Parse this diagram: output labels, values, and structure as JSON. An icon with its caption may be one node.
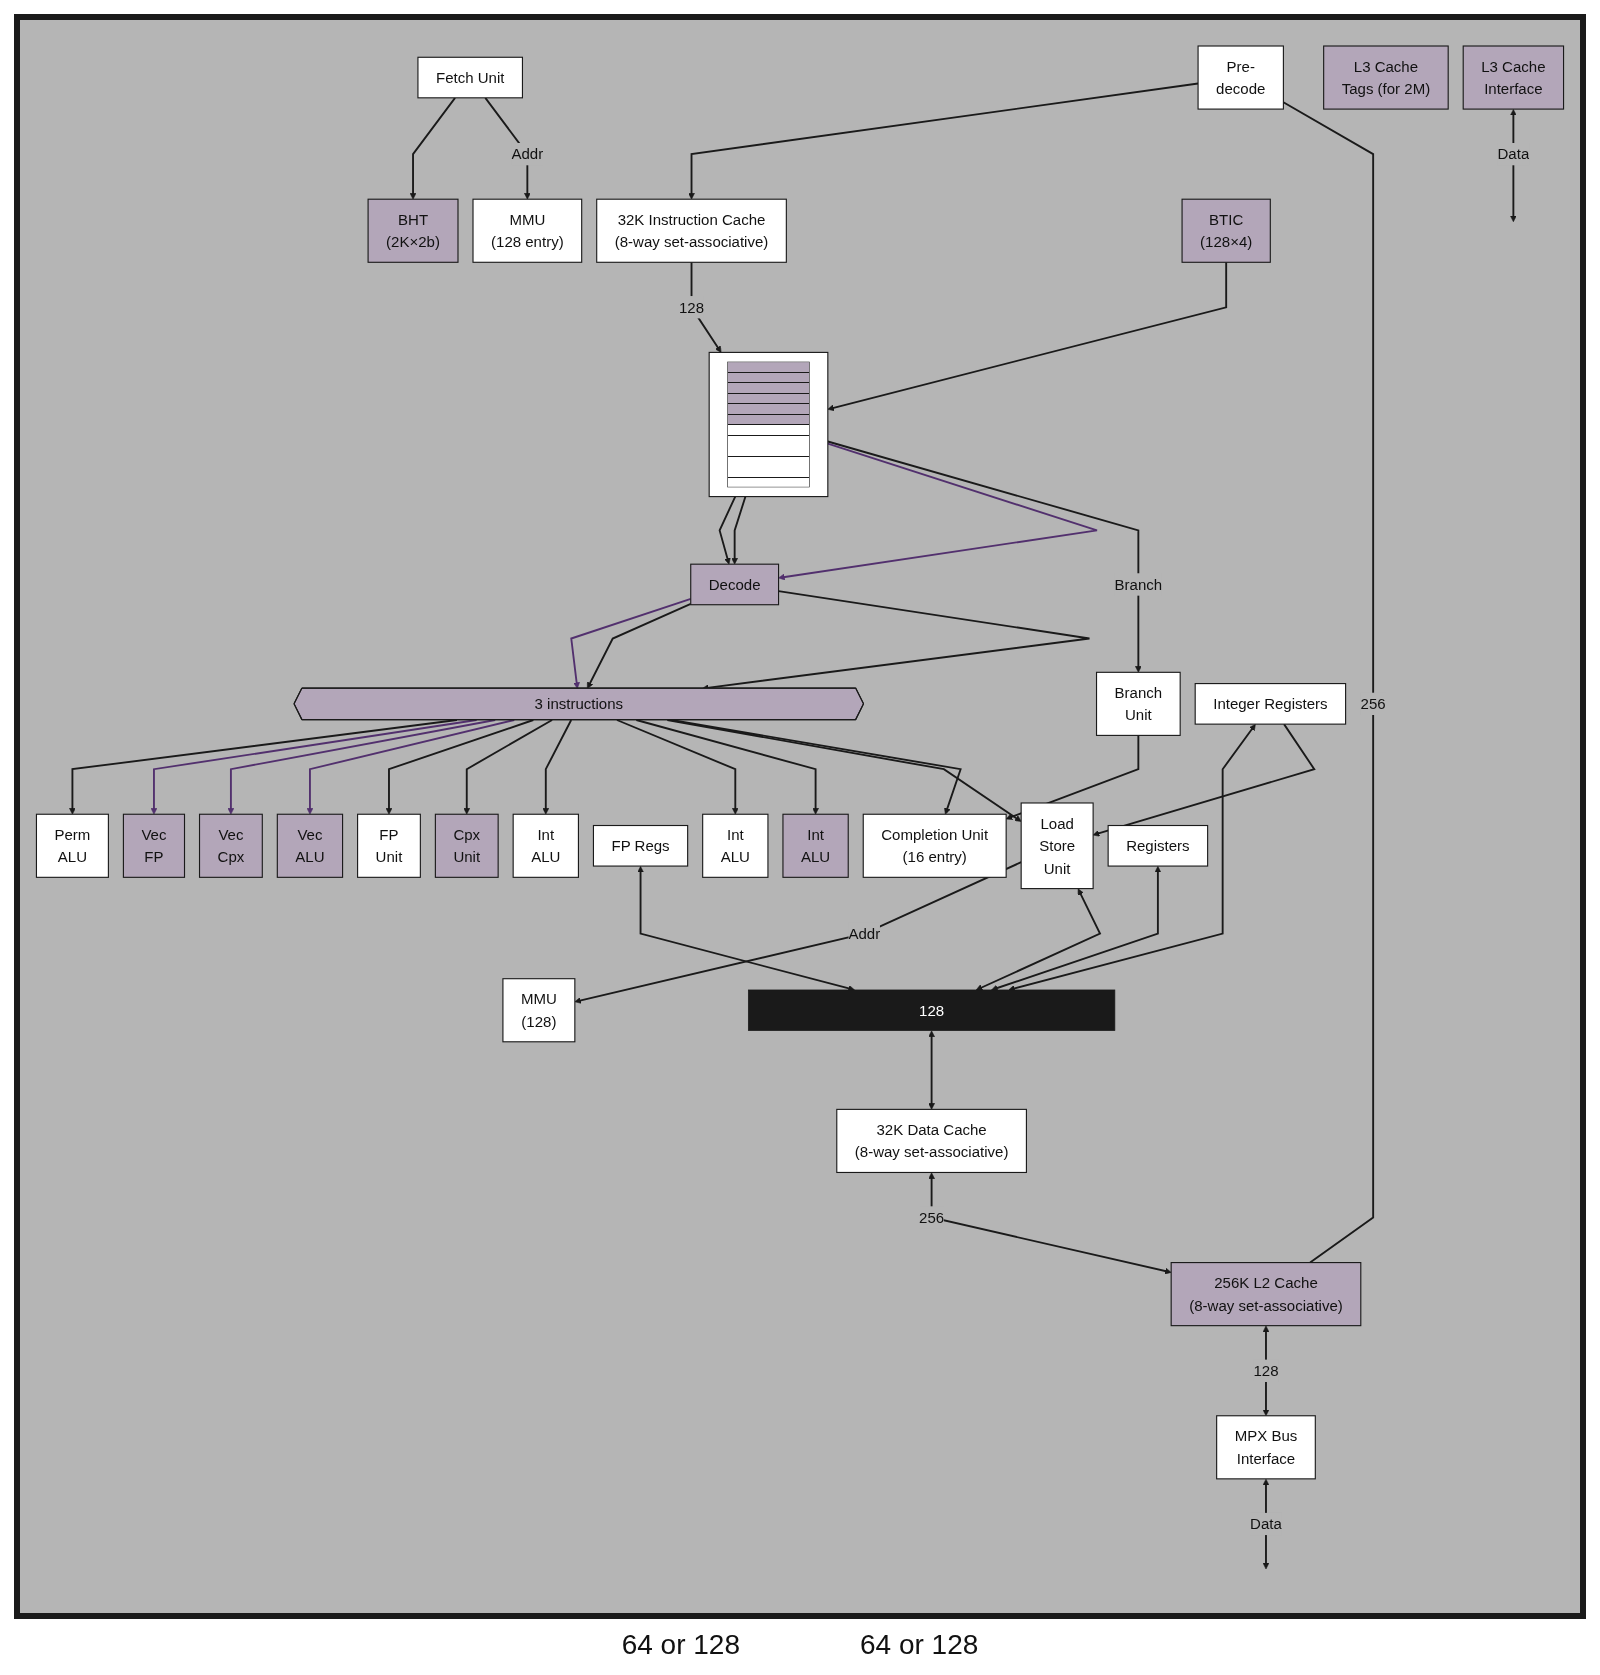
{
  "diagram": {
    "nodes": [
      {
        "text": [
          "Fetch Unit"
        ]
      },
      {
        "text": [
          "Completion Unit (16 entry)"
        ]
      },
      {
        "text": [
          "MMU (128 entry)"
        ]
      },
      {
        "text": [
          "32K Instruction Cache (8-way set-associative)"
        ]
      },
      {
        "text": [
          "BHT (2K×2b)"
        ]
      },
      {
        "text": [
          "BTIC (128×4)"
        ]
      },
      {
        "text": [
          "Pre-decode"
        ]
      },
      {
        "text": [],
        "shape": "box"
      },
      {
        "text": [
          "Branch Unit"
        ]
      },
      {
        "text": [
          "Decode"
        ]
      },
      {
        "text": [
          "3 instructions"
        ]
      },
      {
        "text": [
          "Load Store Unit"
        ]
      },
      {
        "text": [
          "Int ALU"
        ]
      },
      {
        "text": [
          "Int ALU"
        ]
      },
      {
        "text": [
          "Int ALU"
        ]
      },
      {
        "text": [
          "Cpx Unit"
        ]
      },
      {
        "text": [
          "Integer Registers"
        ]
      },
      {
        "text": [
          "FP Unit"
        ]
      },
      {
        "text": [
          "FP Regs"
        ]
      },
      {
        "text": [
          "Vec ALU"
        ]
      },
      {
        "text": [
          "Vec Cpx"
        ]
      },
      {
        "text": [
          "Vec FP"
        ]
      },
      {
        "text": [
          "Perm ALU"
        ]
      },
      {
        "text": [
          "Registers"
        ]
      },
      {
        "text": [
          "128"
        ]
      },
      {
        "text": [
          "MMU (128)"
        ]
      },
      {
        "text": [
          "32K Data Cache (8-way set-associative)"
        ]
      },
      {
        "text": [
          "256K L2 Cache (8-way set-associative)"
        ]
      },
      {
        "text": [
          "L3 Cache Tags (for 2M)"
        ]
      },
      {
        "text": [
          "L3 Cache Interface"
        ]
      },
      {
        "text": [
          "MPX Bus Interface"
        ]
      }
    ],
    "edges": [
      {
        "from": 0,
        "to": 2,
        "arrow": "to",
        "label": "Addr"
      },
      {
        "from": 0,
        "to": 4,
        "arrow": "to"
      },
      {
        "from": 5,
        "to": 7,
        "arrow": "to"
      },
      {
        "from": 3,
        "to": 7,
        "arrow": "to",
        "label": "128"
      },
      {
        "from": 6,
        "to": 27,
        "arrow": "none",
        "label": "256"
      },
      {
        "from": 6,
        "to": 3,
        "arrow": "to"
      },
      {
        "from": 7,
        "to": 8,
        "arrow": "to",
        "label": "Branch"
      },
      {
        "from": 7,
        "to": 9,
        "arrow": "to",
        "color": "#52306e"
      },
      {
        "from": 7,
        "to": 9,
        "arrow": "to"
      },
      {
        "from": 7,
        "to": 9,
        "arrow": "to"
      },
      {
        "from": 9,
        "to": 10,
        "arrow": "to"
      },
      {
        "from": 9,
        "to": 10,
        "arrow": "to"
      },
      {
        "from": 9,
        "to": 10,
        "arrow": "to",
        "color": "#52306e"
      },
      {
        "from": 8,
        "to": 1,
        "arrow": "to"
      },
      {
        "from": 10,
        "to": 1,
        "arrow": "to"
      },
      {
        "from": 10,
        "to": 11,
        "arrow": "to"
      },
      {
        "from": 10,
        "to": 12,
        "arrow": "to"
      },
      {
        "from": 10,
        "to": 13,
        "arrow": "to"
      },
      {
        "from": 10,
        "to": 14,
        "arrow": "to"
      },
      {
        "from": 10,
        "to": 15,
        "arrow": "to"
      },
      {
        "from": 10,
        "to": 17,
        "arrow": "to"
      },
      {
        "from": 10,
        "to": 19,
        "arrow": "to",
        "color": "#52306e"
      },
      {
        "from": 10,
        "to": 20,
        "arrow": "to",
        "color": "#52306e"
      },
      {
        "from": 10,
        "to": 21,
        "arrow": "to",
        "color": "#52306e"
      },
      {
        "from": 10,
        "to": 22,
        "arrow": "to"
      },
      {
        "from": 16,
        "to": 11,
        "arrow": "to"
      },
      {
        "from": 11,
        "to": 24,
        "arrow": "both"
      },
      {
        "from": 16,
        "to": 24,
        "arrow": "both"
      },
      {
        "from": 18,
        "to": 24,
        "arrow": "both"
      },
      {
        "from": 23,
        "to": 24,
        "arrow": "both"
      },
      {
        "from": 24,
        "to": 26,
        "arrow": "both"
      },
      {
        "from": 11,
        "to": 25,
        "arrow": "to",
        "label": "Addr"
      },
      {
        "from": 26,
        "to": 27,
        "arrow": "both",
        "label": "256"
      },
      {
        "from": 27,
        "to": 30,
        "arrow": "both",
        "label": "128"
      },
      {
        "from": 29,
        "to": null,
        "arrow": "both",
        "label": "Data"
      },
      {
        "from": 30,
        "to": null,
        "arrow": "both",
        "label": "Data"
      }
    ],
    "labels": [
      "64 or 128",
      "64 or 128"
    ]
  }
}
